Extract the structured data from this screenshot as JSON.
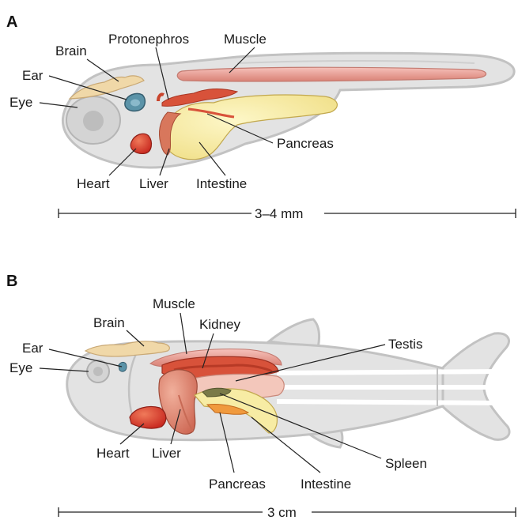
{
  "panel_a": {
    "letter": "A",
    "labels": {
      "protonephros": "Protonephros",
      "muscle": "Muscle",
      "brain": "Brain",
      "ear": "Ear",
      "eye": "Eye",
      "pancreas": "Pancreas",
      "heart": "Heart",
      "liver": "Liver",
      "intestine": "Intestine"
    },
    "scale": "3–4 mm"
  },
  "panel_b": {
    "letter": "B",
    "labels": {
      "muscle": "Muscle",
      "brain": "Brain",
      "kidney": "Kidney",
      "testis": "Testis",
      "ear": "Ear",
      "eye": "Eye",
      "heart": "Heart",
      "liver": "Liver",
      "spleen": "Spleen",
      "pancreas": "Pancreas",
      "intestine": "Intestine"
    },
    "scale": "3 cm"
  },
  "colors": {
    "body_fill": "#e3e3e3",
    "body_outline": "#c2c2c2",
    "organ_red": "#d8523a",
    "organ_pink": "#e8a596",
    "organ_yellow": "#f7eca4",
    "organ_tan": "#f0d8a8",
    "ear_blue": "#5b93a8",
    "heart_red": "#d63a2e"
  }
}
